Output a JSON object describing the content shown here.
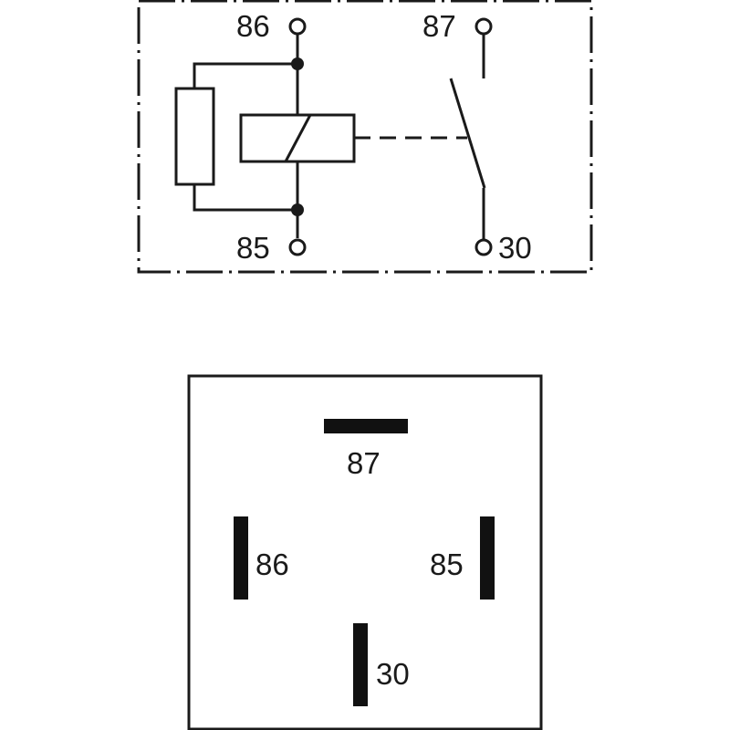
{
  "schematic": {
    "terminals": {
      "t86": "86",
      "t87": "87",
      "t85": "85",
      "t30": "30"
    }
  },
  "pinout": {
    "pins": {
      "p87": "87",
      "p86": "86",
      "p85": "85",
      "p30": "30"
    }
  }
}
